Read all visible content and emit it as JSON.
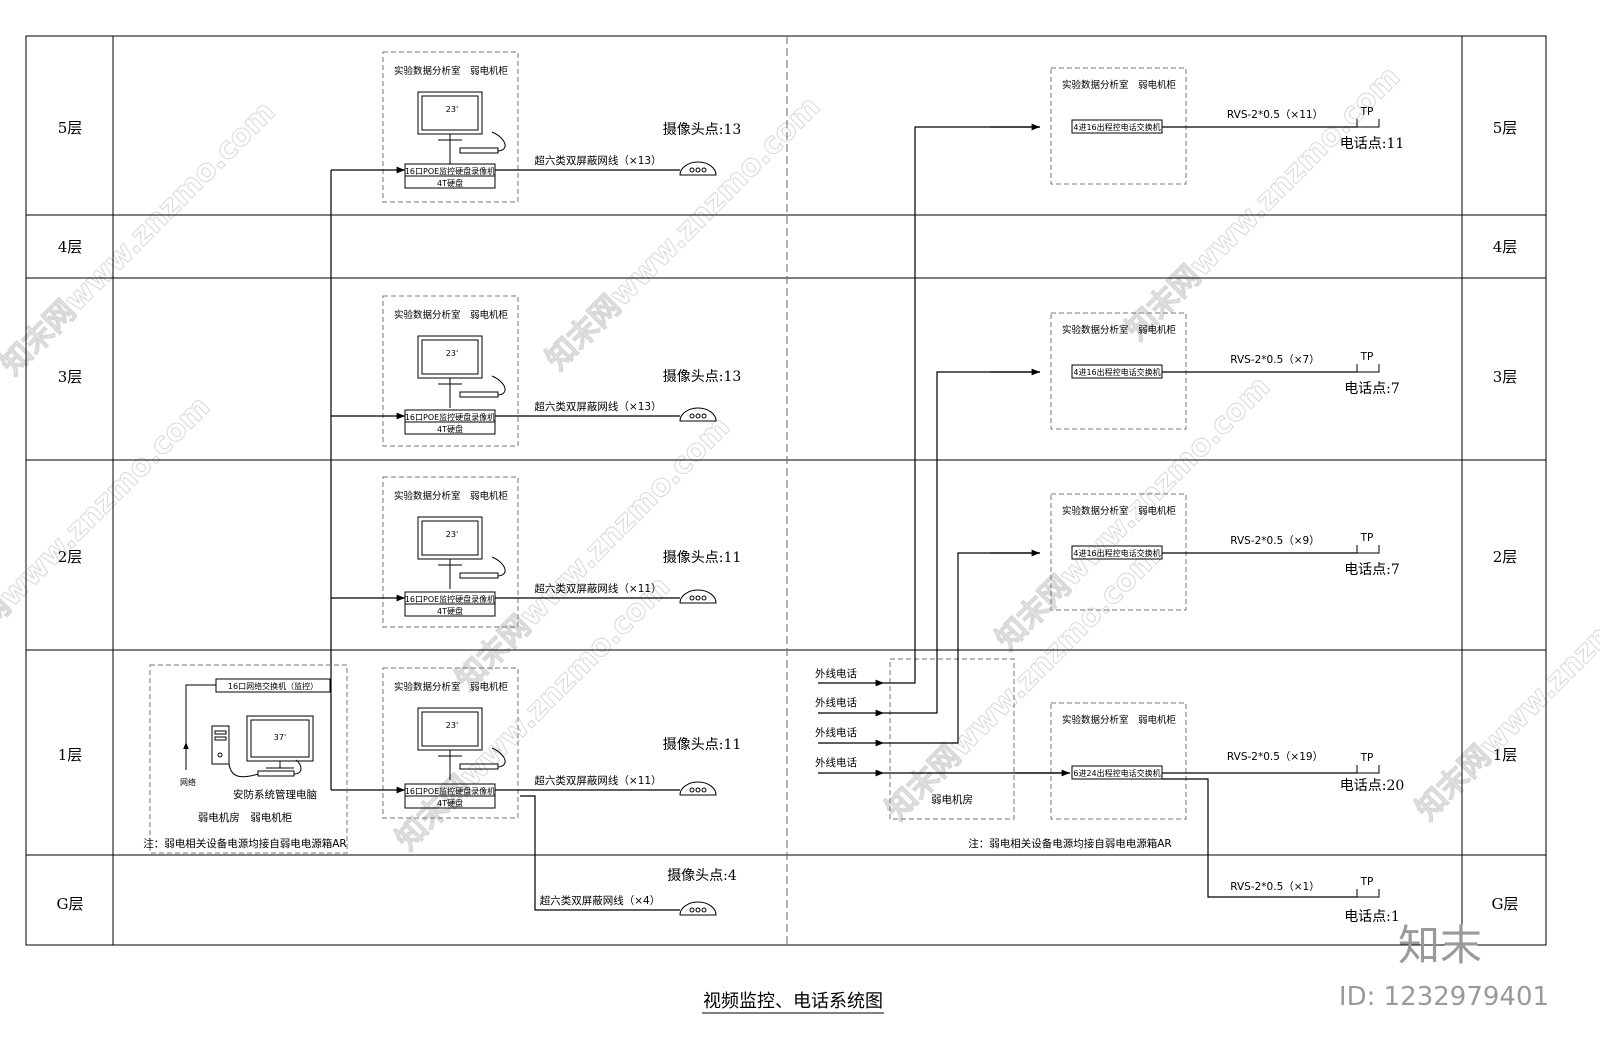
{
  "floors": [
    "5层",
    "4层",
    "3层",
    "2层",
    "1层",
    "G层"
  ],
  "cabinet": {
    "title": "实验数据分析室　弱电机柜",
    "monitor_size": "23'",
    "nvr_label": "16口POE监控硬盘录像机",
    "disk_label": "4T硬盘",
    "phone_switch_4x16": "4进16出程控电话交换机",
    "phone_switch_6x24": "6进24出程控电话交换机"
  },
  "cameras": [
    {
      "floor": "5层",
      "cable": "超六类双屏蔽网线（×13）",
      "count_label": "摄像头点:13"
    },
    {
      "floor": "3层",
      "cable": "超六类双屏蔽网线（×13）",
      "count_label": "摄像头点:13"
    },
    {
      "floor": "2层",
      "cable": "超六类双屏蔽网线（×11）",
      "count_label": "摄像头点:11"
    },
    {
      "floor": "1层",
      "cable": "超六类双屏蔽网线（×11）",
      "count_label": "摄像头点:11"
    },
    {
      "floor": "G层",
      "cable": "超六类双屏蔽网线（×4）",
      "count_label": "摄像头点:4"
    }
  ],
  "phones": [
    {
      "floor": "5层",
      "cable": "RVS-2*0.5（×11）",
      "count_label": "电话点:11"
    },
    {
      "floor": "3层",
      "cable": "RVS-2*0.5（×7）",
      "count_label": "电话点:7"
    },
    {
      "floor": "2层",
      "cable": "RVS-2*0.5（×9）",
      "count_label": "电话点:7"
    },
    {
      "floor": "1层",
      "cable": "RVS-2*0.5（×19）",
      "count_label": "电话点:20"
    },
    {
      "floor": "G层",
      "cable": "RVS-2*0.5（×1）",
      "count_label": "电话点:1"
    }
  ],
  "tp_label": "TP",
  "security_room": {
    "switch": "16口网络交换机（监控）",
    "monitor_size": "37'",
    "network": "网络",
    "pc": "安防系统管理电脑",
    "room": "弱电机房　弱电机柜",
    "note": "注：弱电相关设备电源均接自弱电电源箱AR"
  },
  "phone_room": {
    "outside_line": "外线电话",
    "room": "弱电机房",
    "note": "注：弱电相关设备电源均接自弱电电源箱AR"
  },
  "watermark": "知末网www.znzmo.com",
  "brand": "知末",
  "id_text": "ID: 1232979401",
  "title": "视频监控、电话系统图"
}
